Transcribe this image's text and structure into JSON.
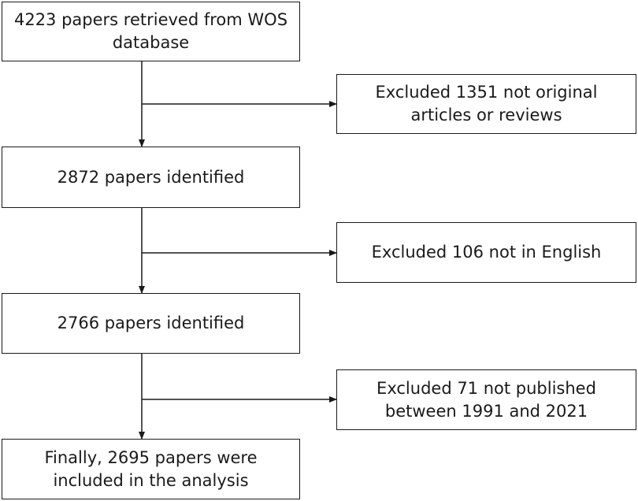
{
  "flowchart": {
    "main_steps": [
      {
        "label": "4223 papers retrieved from WOS\ndatabase"
      },
      {
        "label": "2872 papers identified"
      },
      {
        "label": "2766 papers identified"
      },
      {
        "label": "Finally, 2695 papers were\nincluded in the analysis"
      }
    ],
    "exclusions": [
      {
        "label": "Excluded 1351 not original\narticles or reviews"
      },
      {
        "label": "Excluded 106 not in English"
      },
      {
        "label": "Excluded 71 not published\nbetween 1991 and 2021"
      }
    ]
  },
  "colors": {
    "line": "#1a1a1a",
    "background": "#ffffff"
  }
}
